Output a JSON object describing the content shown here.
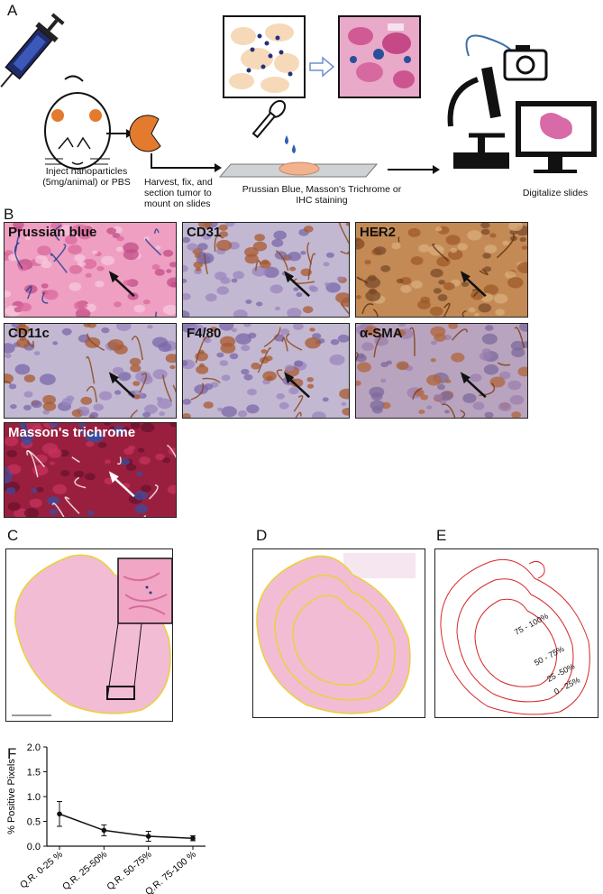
{
  "panel_labels": {
    "a": "A",
    "b": "B",
    "c": "C",
    "d": "D",
    "e": "E",
    "f": "F"
  },
  "panelA": {
    "inject_text": "Inject nanoparticles (5mg/animal) or PBS",
    "harvest_text": "Harvest, fix, and section tumor to mount on slides",
    "stain_text": "Prussian Blue, Masson's Trichrome or IHC staining",
    "digitalize_text": "Digitalize slides"
  },
  "panelB": {
    "tiles": [
      {
        "label": "Prussian blue",
        "stain": "pink"
      },
      {
        "label": "CD31",
        "stain": "ihc-light"
      },
      {
        "label": "HER2",
        "stain": "ihc-dark"
      },
      {
        "label": "CD11c",
        "stain": "ihc-light"
      },
      {
        "label": "F4/80",
        "stain": "ihc-light"
      },
      {
        "label": "α-SMA",
        "stain": "ihc-mid"
      },
      {
        "label": "Masson's trichrome",
        "stain": "trichrome"
      }
    ]
  },
  "panelE": {
    "ring_labels": [
      "75 - 100%",
      "50 - 75%",
      "25 -50%",
      "0 - 25%"
    ]
  },
  "chart_data": {
    "type": "line",
    "categories": [
      "Q.R. 0-25 %",
      "Q.R. 25-50%",
      "Q.R. 50-75%",
      "Q.R. 75-100 %"
    ],
    "values": [
      0.65,
      0.32,
      0.2,
      0.16
    ],
    "errors": [
      0.25,
      0.11,
      0.1,
      0.05
    ],
    "ylabel": "% Positive Pixels",
    "ylim": [
      0,
      2.0
    ],
    "yticks": [
      "0.0",
      "0.5",
      "1.0",
      "1.5",
      "2.0"
    ]
  }
}
